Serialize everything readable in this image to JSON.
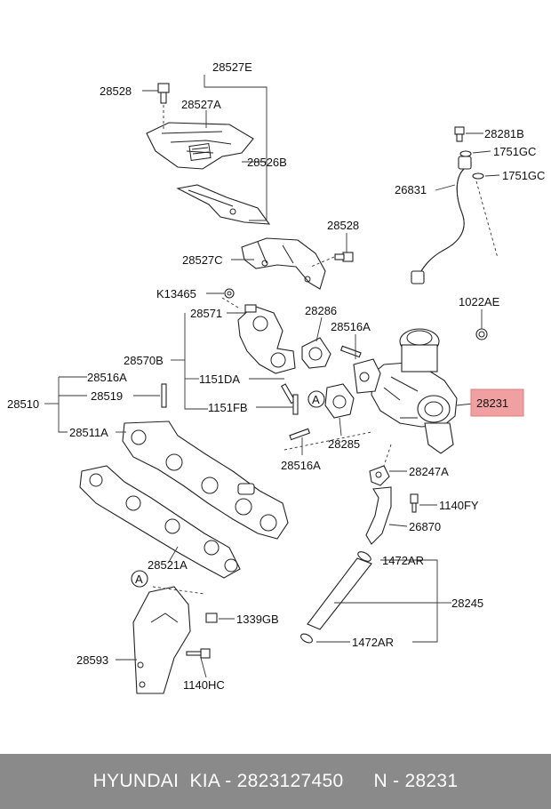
{
  "callouts": {
    "p28527E": "28527E",
    "p28528_top": "28528",
    "p28527A": "28527A",
    "p28526B": "28526B",
    "p28528_mid": "28528",
    "p28527C": "28527C",
    "pK13465": "K13465",
    "p28571": "28571",
    "p28286": "28286",
    "p28516A_a": "28516A",
    "p28570B": "28570B",
    "p1151DA": "1151DA",
    "p1151FB": "1151FB",
    "p28516A_b": "28516A",
    "p28519": "28519",
    "p28510": "28510",
    "p28511A": "28511A",
    "p28285": "28285",
    "p28516A_c": "28516A",
    "p28521A": "28521A",
    "p28281B": "28281B",
    "p1751GC_a": "1751GC",
    "p1751GC_b": "1751GC",
    "p26831": "26831",
    "p1022AE": "1022AE",
    "p28231": "28231",
    "p28247A": "28247A",
    "p1140FY": "1140FY",
    "p26870": "26870",
    "p1472AR_a": "1472AR",
    "p28245": "28245",
    "p1472AR_b": "1472AR",
    "p1339GB": "1339GB",
    "p28593": "28593",
    "p1140HC": "1140HC",
    "ref_a1": "A",
    "ref_a2": "A"
  },
  "highlight_color": "#f0a0a0",
  "footer": {
    "brand": "HYUNDAI  KIA - 2823127450",
    "ref": "N - 28231"
  }
}
